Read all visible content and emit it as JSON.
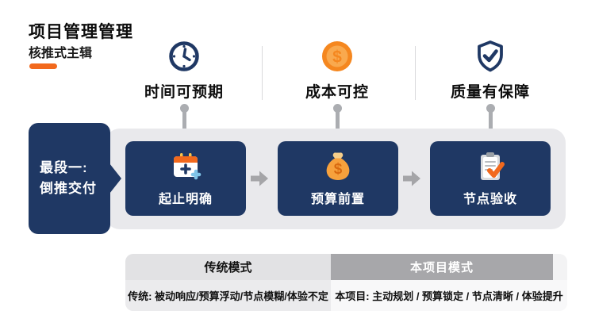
{
  "header": {
    "title": "项目管理管理",
    "subtitle": "核推式主辑"
  },
  "benefits": [
    {
      "icon": "clock-icon",
      "label": "时间可预期"
    },
    {
      "icon": "dollar-coin-icon",
      "label": "成本可控"
    },
    {
      "icon": "shield-check-icon",
      "label": "质量有保障"
    }
  ],
  "phase": {
    "title_line1": "最段一:",
    "title_line2": "倒推交付"
  },
  "steps": [
    {
      "icon": "calendar-plus-icon",
      "label": "起止明确"
    },
    {
      "icon": "money-bag-icon",
      "label": "预算前置"
    },
    {
      "icon": "clipboard-check-icon",
      "label": "节点验收"
    }
  ],
  "comparison": {
    "traditional_header": "传统模式",
    "project_header": "本项目模式",
    "traditional_row": "传统: 被动响应/预算浮动/节点模糊/体验不定",
    "project_row": "本项目: 主动规划 / 预算锁定 / 节点清晰 / 体验提升"
  },
  "colors": {
    "navy": "#1f3864",
    "accent_orange": "#f2691d",
    "icon_orange": "#f5871f",
    "band_gray": "#e9e9ec",
    "arrow_gray": "#a5a5a8",
    "table_header_dark": "#a7a7aa",
    "table_header_light": "#e2e2e4"
  }
}
